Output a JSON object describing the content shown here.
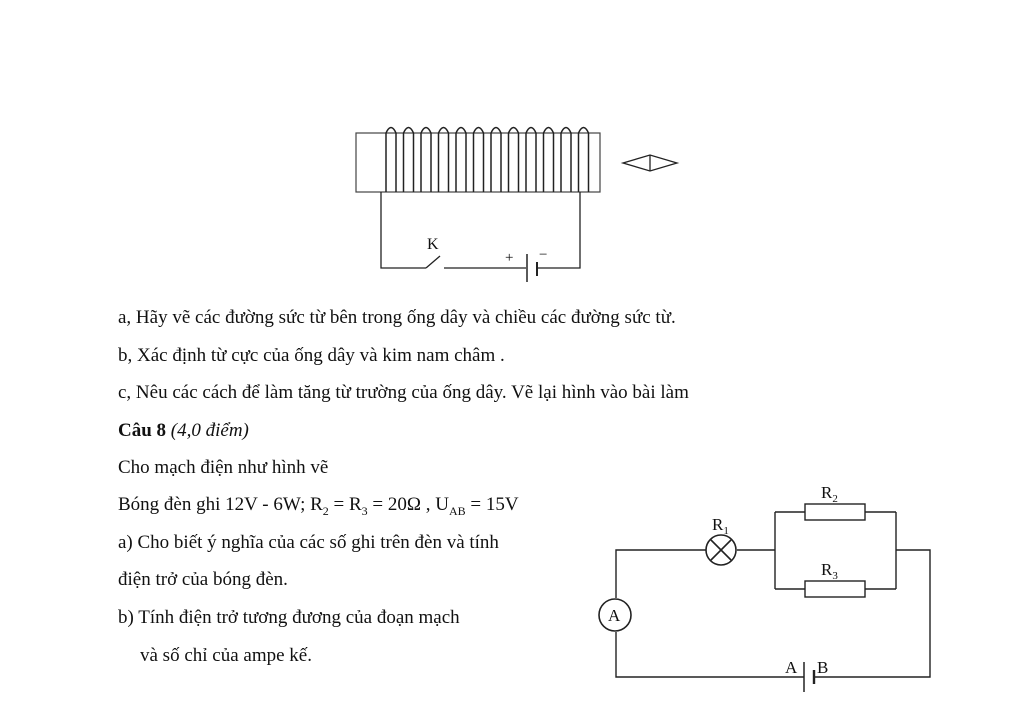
{
  "solenoid_figure": {
    "switch_label": "K",
    "battery_plus": "+",
    "battery_minus": "−"
  },
  "question7": {
    "a": "a, Hãy vẽ các đường sức từ bên trong ống dây và chiều các đường sức từ.",
    "b": "b, Xác định từ cực của ống dây và kim nam châm .",
    "c": "c, Nêu các cách để làm tăng từ trường của ống dây. Vẽ lại hình vào bài làm"
  },
  "question8": {
    "title": "Câu 8",
    "points": "(4,0 điểm)",
    "intro": "Cho mạch điện như hình vẽ",
    "given": {
      "lamp": "Bóng đèn ghi 12V - 6W; R",
      "r2_sub": "2",
      "eq1": " = R",
      "r3_sub": "3",
      "eq2": " = 20Ω , U",
      "uab_sub": "AB",
      "eq3": " = 15V"
    },
    "a_line1": "a) Cho biết ý nghĩa của các số ghi trên đèn và tính",
    "a_line2": "điện trở của bóng đèn.",
    "b_line1": "b) Tính điện trở tương đương của đoạn mạch",
    "b_line2": "và số chỉ của ampe kế."
  },
  "circuit_figure": {
    "r1_label": "R",
    "r1_sub": "1",
    "r2_label": "R",
    "r2_sub": "2",
    "r3_label": "R",
    "r3_sub": "3",
    "ammeter_label": "A",
    "point_a": "A",
    "point_b": "B"
  }
}
